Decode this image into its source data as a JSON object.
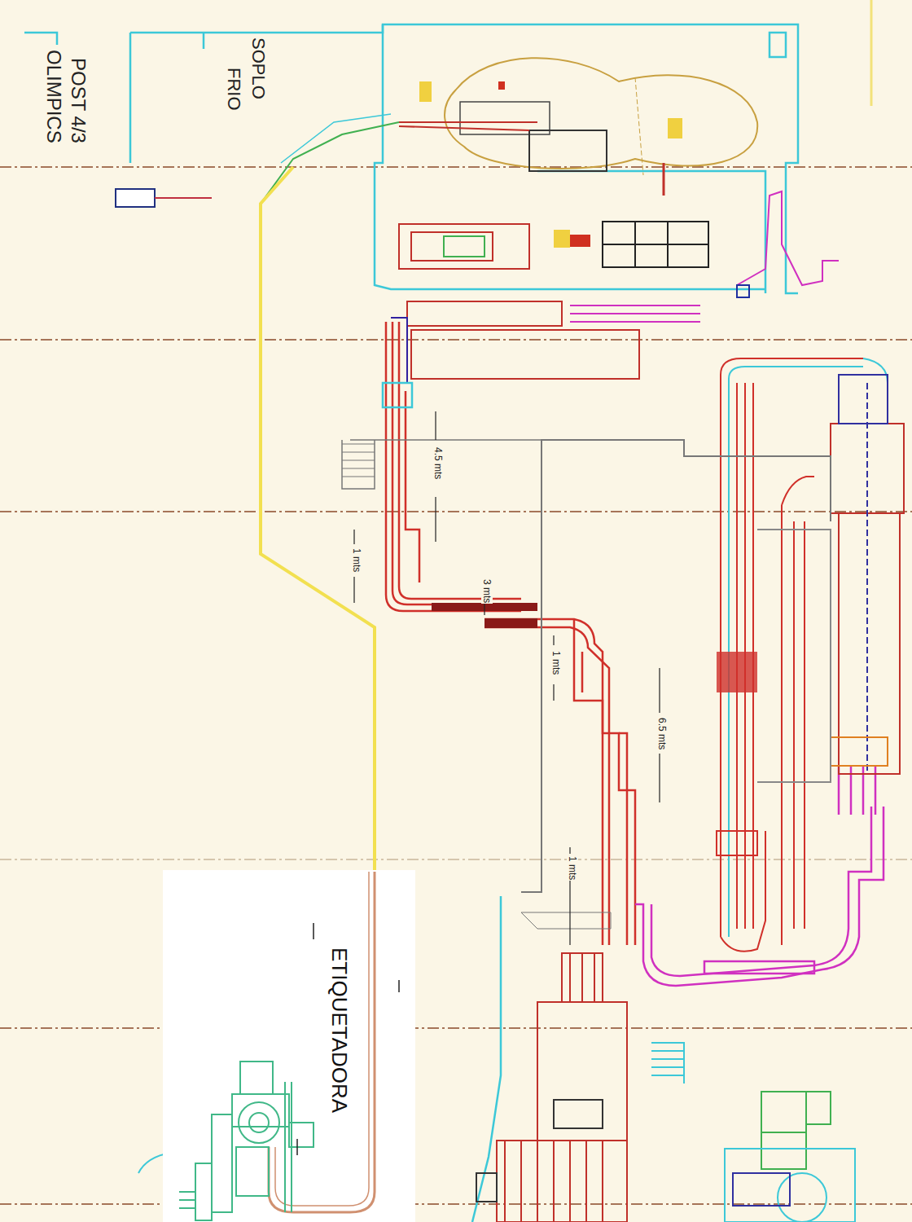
{
  "diagram": {
    "nodes": [
      {
        "text": [
          "ETIQUETADORA"
        ]
      }
    ],
    "labels": [
      "POST 4/3",
      "OLIMPICS",
      "SOPLO",
      "FRIO",
      "4.5 mts",
      "1 mts",
      "3 mts",
      "1 mts",
      "6.5 mts",
      "1 mts"
    ]
  }
}
